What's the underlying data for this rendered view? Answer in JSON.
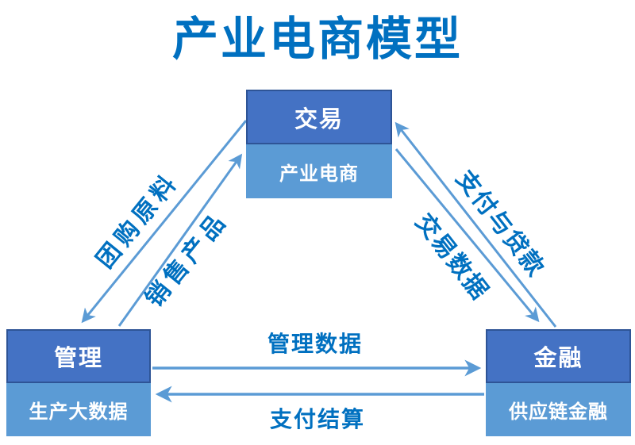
{
  "title": "产业电商模型",
  "colors": {
    "title_text": "#0070C0",
    "edge_label_text": "#0070C0",
    "node_fill_dark": "#4472C4",
    "node_fill_light": "#5B9BD5",
    "node_border": "#2E5496",
    "node_text": "#FFFFFF",
    "arrow": "#5B9BD5"
  },
  "nodes": {
    "trade": {
      "label": "交易",
      "sublabel": "产业电商"
    },
    "management": {
      "label": "管理",
      "sublabel": "生产大数据"
    },
    "finance": {
      "label": "金融",
      "sublabel": "供应链金融"
    }
  },
  "edges": {
    "group_purchase": {
      "label": "团购原料",
      "from": "交易",
      "to": "管理"
    },
    "sell_products": {
      "label": "销售产品",
      "from": "管理",
      "to": "交易"
    },
    "payment_loans": {
      "label": "支付与贷款",
      "from": "金融",
      "to": "交易"
    },
    "trade_data": {
      "label": "交易数据",
      "from": "交易",
      "to": "金融"
    },
    "management_data": {
      "label": "管理数据",
      "from": "管理",
      "to": "金融"
    },
    "payment_settlement": {
      "label": "支付结算",
      "from": "金融",
      "to": "管理"
    }
  }
}
